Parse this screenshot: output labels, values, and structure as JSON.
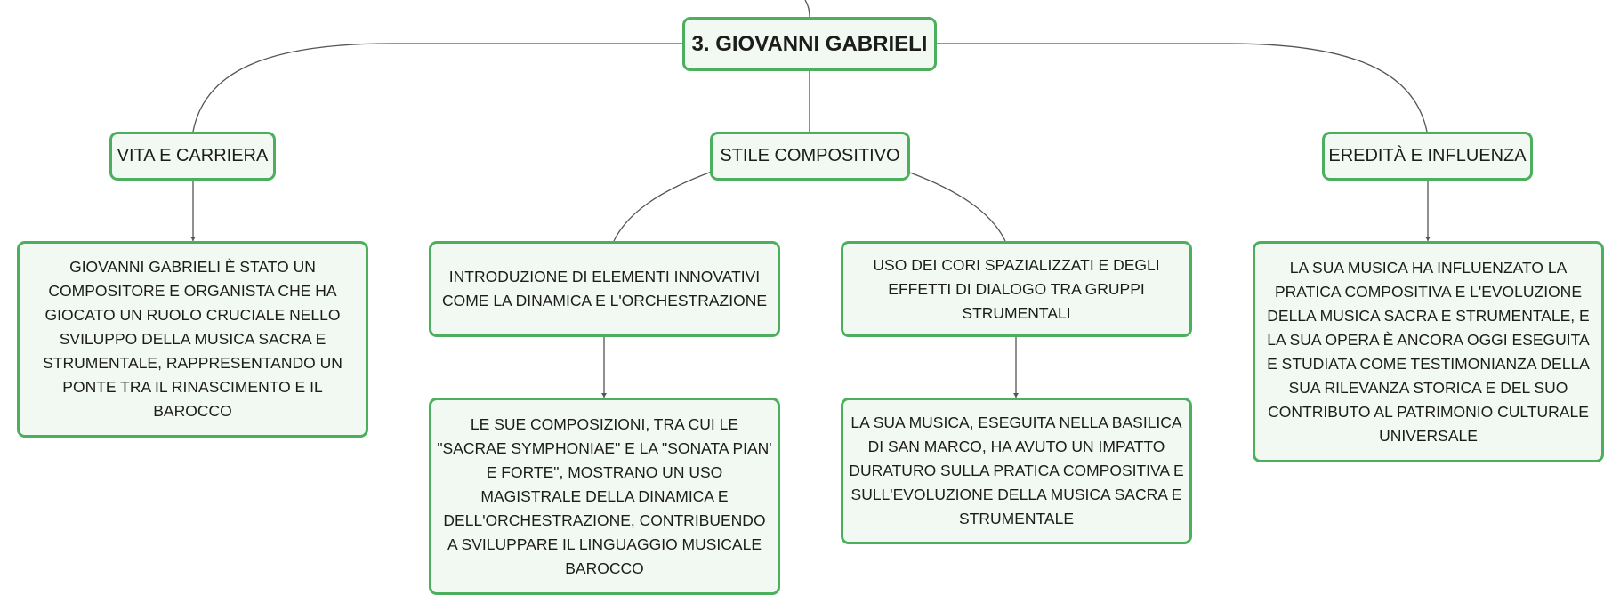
{
  "map": {
    "root": "3. GIOVANNI GABRIELI",
    "vita": {
      "title": "VITA E CARRIERA",
      "desc": "GIOVANNI GABRIELI È STATO UN COMPOSITORE E ORGANISTA CHE HA GIOCATO UN RUOLO CRUCIALE NELLO SVILUPPO DELLA MUSICA SACRA E STRUMENTALE, RAPPRESENTANDO UN PONTE TRA IL RINASCIMENTO E IL BAROCCO"
    },
    "stile": {
      "title": "STILE COMPOSITIVO",
      "innovazione": "INTRODUZIONE DI ELEMENTI INNOVATIVI COME LA DINAMICA E L'ORCHESTRAZIONE",
      "composizioni": "LE SUE COMPOSIZIONI, TRA CUI LE \"SACRAE SYMPHONIAE\" E LA \"SONATA PIAN' E FORTE\", MOSTRANO UN USO MAGISTRALE DELLA DINAMICA E DELL'ORCHESTRAZIONE, CONTRIBUENDO A SVILUPPARE IL LINGUAGGIO MUSICALE BAROCCO",
      "cori": "USO DEI CORI SPAZIALIZZATI E DEGLI EFFETTI DI DIALOGO TRA GRUPPI STRUMENTALI",
      "basilica": "LA SUA MUSICA, ESEGUITA NELLA BASILICA DI SAN MARCO, HA AVUTO UN IMPATTO DURATURO SULLA PRATICA COMPOSITIVA E SULL'EVOLUZIONE DELLA MUSICA SACRA E STRUMENTALE"
    },
    "eredita": {
      "title": "EREDITÀ E INFLUENZA",
      "desc": "LA SUA MUSICA HA INFLUENZATO LA PRATICA COMPOSITIVA E L'EVOLUZIONE DELLA MUSICA SACRA E STRUMENTALE, E LA SUA OPERA È ANCORA OGGI ESEGUITA E STUDIATA COME TESTIMONIANZA DELLA SUA RILEVANZA STORICA E DEL SUO CONTRIBUTO AL PATRIMONIO CULTURALE UNIVERSALE"
    }
  },
  "colors": {
    "node_border": "#4caf5d",
    "node_fill": "#f2f9f3",
    "connector": "#555555"
  }
}
